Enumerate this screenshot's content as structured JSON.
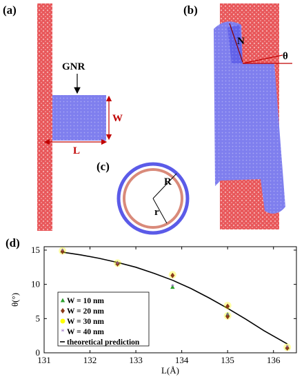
{
  "panels": {
    "a": {
      "label": "(a)",
      "gnr_label": "GNR",
      "width_label": "W",
      "length_label": "L"
    },
    "b": {
      "label": "(b)",
      "n_label": "N",
      "theta_label": "θ"
    },
    "c": {
      "label": "(c)",
      "R_label": "R",
      "r_label": "r"
    },
    "d": {
      "label": "(d)"
    }
  },
  "colors": {
    "cnt_red": "#e8575a",
    "gnr_blue": "#7f7fee",
    "accent_red": "#c00000"
  },
  "chart_data": {
    "type": "scatter",
    "xlabel": "L(Å)",
    "ylabel": "θ(°)",
    "xlim": [
      131,
      136.5
    ],
    "ylim": [
      0,
      15.5
    ],
    "xticks": [
      131,
      132,
      133,
      134,
      135,
      136
    ],
    "yticks": [
      0,
      5,
      10,
      15
    ],
    "grid": false,
    "legend_position": "bottom-left",
    "series": [
      {
        "name": "W = 10 nm",
        "marker": "triangle",
        "color": "#2ca02c",
        "points": [
          [
            131.4,
            14.9
          ],
          [
            132.6,
            13.1
          ],
          [
            133.8,
            9.6
          ],
          [
            135.0,
            5.6
          ],
          [
            136.3,
            0.8
          ]
        ]
      },
      {
        "name": "W = 20 nm",
        "marker": "diamond",
        "color": "#8b3a1a",
        "points": [
          [
            131.4,
            14.8
          ],
          [
            132.6,
            13.0
          ],
          [
            133.8,
            11.3
          ],
          [
            135.0,
            6.8
          ],
          [
            135.0,
            5.3
          ],
          [
            136.3,
            0.7
          ]
        ]
      },
      {
        "name": "W = 30 nm",
        "marker": "circle",
        "color": "#ffff00",
        "points": [
          [
            131.4,
            14.9
          ],
          [
            132.6,
            13.1
          ],
          [
            133.8,
            11.4
          ],
          [
            135.0,
            6.9
          ],
          [
            135.0,
            5.4
          ],
          [
            136.3,
            0.8
          ]
        ]
      },
      {
        "name": "W = 40 nm",
        "marker": "star",
        "color": "#9467bd",
        "points": [
          [
            131.4,
            14.9
          ],
          [
            132.6,
            13.0
          ],
          [
            133.8,
            9.7
          ],
          [
            135.0,
            5.5
          ],
          [
            136.3,
            0.8
          ]
        ]
      }
    ],
    "theory": {
      "name": "theoretical prediction",
      "x": [
        131.4,
        131.8,
        132.2,
        132.6,
        133.0,
        133.4,
        133.8,
        134.2,
        134.6,
        135.0,
        135.4,
        135.8,
        136.3
      ],
      "y": [
        14.7,
        14.3,
        13.8,
        13.2,
        12.5,
        11.6,
        10.6,
        9.4,
        8.0,
        6.5,
        4.9,
        3.2,
        1.3
      ]
    }
  }
}
